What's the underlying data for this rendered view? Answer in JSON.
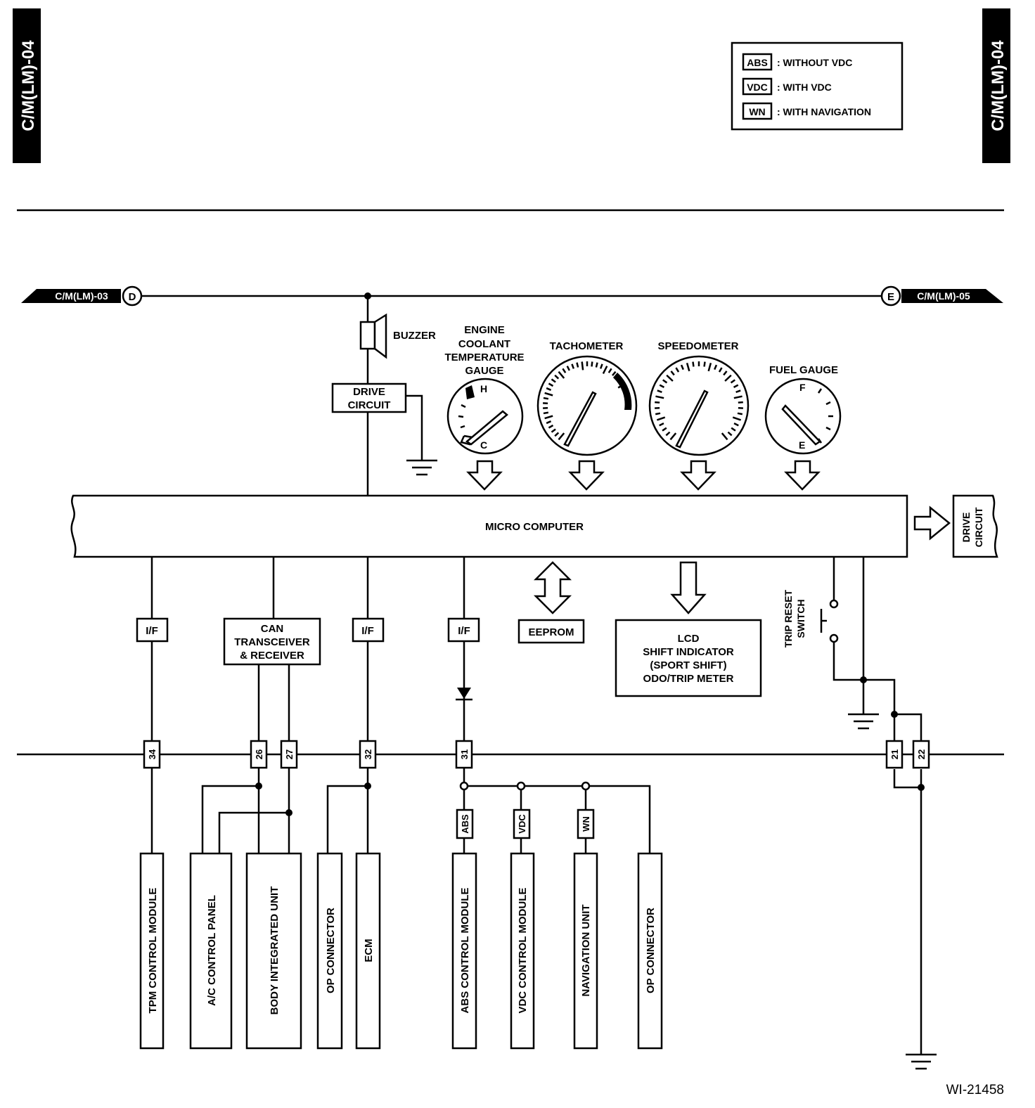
{
  "page": {
    "tab_left": "C/M(LM)-04",
    "tab_right": "C/M(LM)-04",
    "figure_id": "WI-21458"
  },
  "legend": [
    {
      "code": "ABS",
      "text": ": WITHOUT VDC"
    },
    {
      "code": "VDC",
      "text": ": WITH VDC"
    },
    {
      "code": "WN",
      "text": ": WITH NAVIGATION"
    }
  ],
  "connectors": {
    "left_ref": "C/M(LM)-03",
    "left_letter": "D",
    "right_ref": "C/M(LM)-05",
    "right_letter": "E"
  },
  "top": {
    "buzzer": "BUZZER",
    "drive_circuit_1": "DRIVE",
    "drive_circuit_2": "CIRCUIT",
    "micro_computer": "MICRO COMPUTER",
    "right_drive_1": "DRIVE",
    "right_drive_2": "CIRCUIT"
  },
  "gauges": {
    "coolant": [
      "ENGINE",
      "COOLANT",
      "TEMPERATURE",
      "GAUGE"
    ],
    "coolant_h": "H",
    "coolant_c": "C",
    "tachometer": "TACHOMETER",
    "speedometer": "SPEEDOMETER",
    "fuel": "FUEL GAUGE",
    "fuel_f": "F",
    "fuel_e": "E"
  },
  "middle": {
    "if_label": "I/F",
    "can": [
      "CAN",
      "TRANSCEIVER",
      "& RECEIVER"
    ],
    "eeprom": "EEPROM",
    "lcd": [
      "LCD",
      "SHIFT INDICATOR",
      "(SPORT SHIFT)",
      "ODO/TRIP METER"
    ],
    "trip_reset_1": "TRIP RESET",
    "trip_reset_2": "SWITCH"
  },
  "pins": [
    "34",
    "26",
    "27",
    "32",
    "31",
    "21",
    "22"
  ],
  "option_tags": [
    "ABS",
    "VDC",
    "WN"
  ],
  "modules": [
    "TPM CONTROL MODULE",
    "A/C CONTROL PANEL",
    "BODY INTEGRATED UNIT",
    "OP CONNECTOR",
    "ECM",
    "ABS CONTROL MODULE",
    "VDC CONTROL MODULE",
    "NAVIGATION UNIT",
    "OP CONNECTOR"
  ]
}
